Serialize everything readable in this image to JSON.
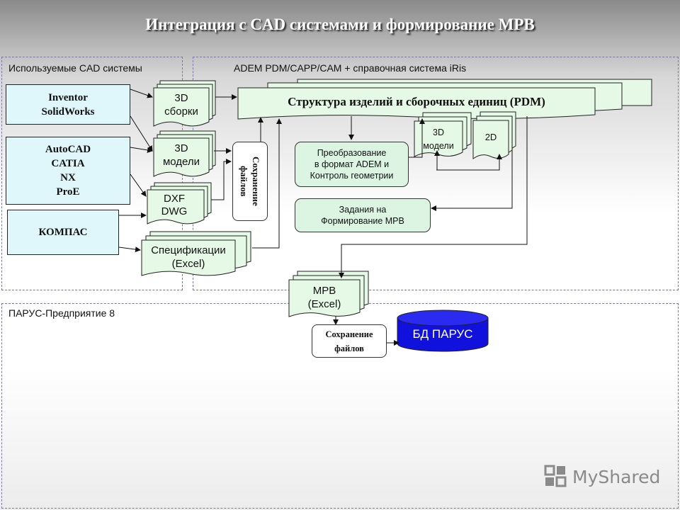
{
  "title": "Интеграция с CAD системами и формирование МРВ",
  "regions": {
    "cad": "Используемые CAD системы",
    "adem": "ADEM PDM/CAPP/CAM + справочная система iRis",
    "parus": "ПАРУС-Предприятие 8"
  },
  "cad_systems": {
    "group1": [
      "Inventor",
      "SolidWorks"
    ],
    "group2": [
      "AutoCAD",
      "CATIA",
      "NX",
      "ProE"
    ],
    "group3": "КОМПАС"
  },
  "docs": {
    "assemblies_3d": [
      "3D",
      "сборки"
    ],
    "models_3d": [
      "3D",
      "модели"
    ],
    "dxf_dwg": [
      "DXF",
      "DWG"
    ],
    "specifications": [
      "Спецификации",
      "(Excel)"
    ],
    "pdm_models_3d": [
      "3D",
      "модели"
    ],
    "pdm_2d": "2D",
    "mrv_excel": [
      "МРВ",
      "(Excel)"
    ]
  },
  "save_files_vertical": "Сохранение файлов",
  "pdm_structure": "Структура изделий и сборочных единиц (PDM)",
  "conversion": [
    "Преобразование",
    "в формат ADEM и",
    "Контроль геометрии"
  ],
  "tasks": [
    "Задания на",
    "Формирование МРВ"
  ],
  "save_files_bottom": [
    "Сохранение",
    "файлов"
  ],
  "db_parus": "БД ПАРУС",
  "colors": {
    "cyan_fill": "#dff7fb",
    "green_fill": "#dcf5e3",
    "db_blue": "#1111dd"
  },
  "watermark": "MyShared"
}
